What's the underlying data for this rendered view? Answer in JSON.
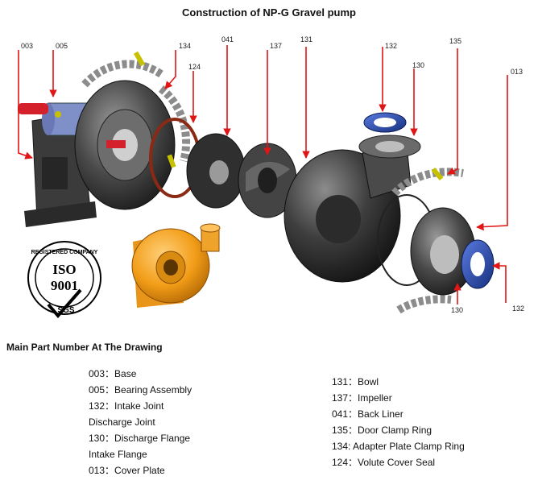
{
  "title": "Construction of NP-G Gravel pump",
  "callouts": [
    {
      "key": "c003",
      "label": "003"
    },
    {
      "key": "c005",
      "label": "005"
    },
    {
      "key": "c134",
      "label": "134"
    },
    {
      "key": "c124",
      "label": "124"
    },
    {
      "key": "c041",
      "label": "041"
    },
    {
      "key": "c137",
      "label": "137"
    },
    {
      "key": "c131",
      "label": "131"
    },
    {
      "key": "c132a",
      "label": "132"
    },
    {
      "key": "c130a",
      "label": "130"
    },
    {
      "key": "c135",
      "label": "135"
    },
    {
      "key": "c013",
      "label": "013"
    },
    {
      "key": "c130b",
      "label": "130"
    },
    {
      "key": "c132b",
      "label": "132"
    }
  ],
  "logo": {
    "top": "REGISTERED COMPANY",
    "line1": "ISO",
    "line2": "9001",
    "bottom": "SGS"
  },
  "section_heading": "Main Part Number At The Drawing",
  "parts_left": [
    "003：Base",
    "005：Bearing Assembly",
    "132：Intake Joint",
    "Discharge Joint",
    "130：Discharge Flange",
    "Intake Flange",
    "013：Cover Plate"
  ],
  "parts_right": [
    "131：Bowl",
    "137：Impeller",
    "041：Back Liner",
    "135：Door Clamp Ring",
    "134: Adapter Plate Clamp Ring",
    "124：Volute Cover Seal"
  ],
  "colors": {
    "arrow": "#e01515",
    "bowl": "#3a3a3a",
    "ring": "#1d3c9c",
    "orange": "#f2a321",
    "seal": "#b03a1a"
  }
}
